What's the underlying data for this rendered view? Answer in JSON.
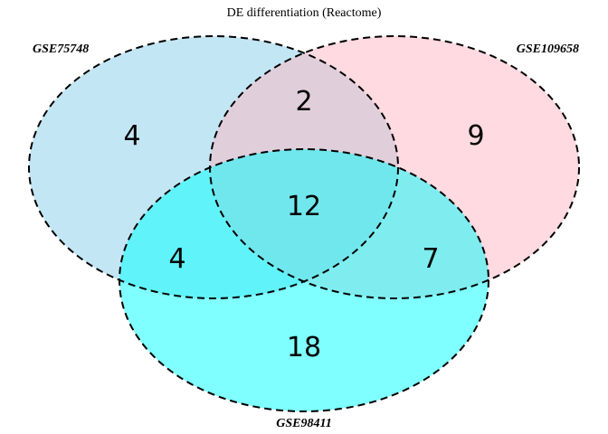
{
  "title": "DE differentiation (Reactome)",
  "sets": [
    {
      "name": "GSE75748",
      "color": "#87ceeb"
    },
    {
      "name": "GSE109658",
      "color": "#ffb6c1"
    },
    {
      "name": "GSE98411",
      "color": "#00ffff"
    }
  ],
  "regions": {
    "only_GSE75748": "4",
    "only_GSE109658": "9",
    "only_GSE98411": "18",
    "GSE75748_GSE109658": "2",
    "GSE75748_GSE98411": "4",
    "GSE109658_GSE98411": "7",
    "all_three": "12"
  }
}
